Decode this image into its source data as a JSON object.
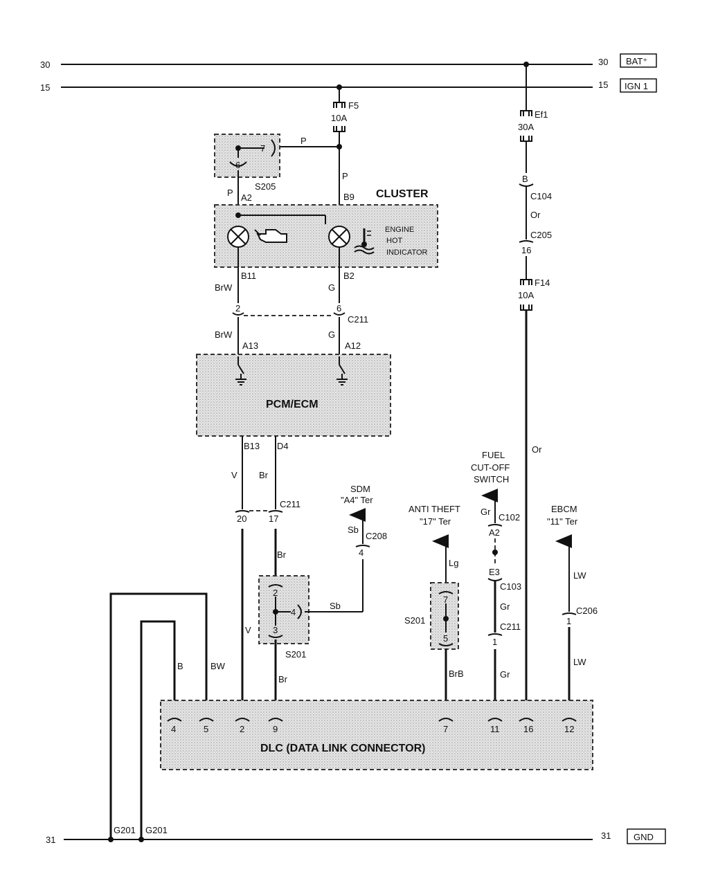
{
  "rails": {
    "bat": {
      "num_left": "30",
      "num_right": "30",
      "tag": "BAT⁺"
    },
    "ign": {
      "num_left": "15",
      "num_right": "15",
      "tag": "IGN 1"
    },
    "gnd": {
      "num_left": "31",
      "num_right": "31",
      "tag": "GND"
    }
  },
  "fuses": {
    "f5": {
      "name": "F5",
      "rating": "10A"
    },
    "ef1": {
      "name": "Ef1",
      "rating": "30A"
    },
    "f14": {
      "name": "F14",
      "rating": "10A"
    }
  },
  "splices": {
    "s205": {
      "name": "S205",
      "pin_a": "7",
      "pin_b": "6"
    },
    "s201_left": {
      "name": "S201",
      "pin_top": "2",
      "pin_side": "4",
      "pin_bottom": "3"
    },
    "s201_right": {
      "name": "S201",
      "pin_top": "7",
      "pin_bottom": "5"
    }
  },
  "cluster": {
    "title": "CLUSTER",
    "pin_a2": "A2",
    "pin_b9": "B9",
    "pin_b11": "B11",
    "pin_b2": "B2",
    "engine_hot_1": "ENGINE",
    "engine_hot_2": "HOT",
    "engine_hot_3": "INDICATOR"
  },
  "pcm": {
    "title": "PCM/ECM",
    "pin_a13": "A13",
    "pin_a12": "A12",
    "pin_b13": "B13",
    "pin_d4": "D4"
  },
  "dlc": {
    "title": "DLC (DATA LINK CONNECTOR)",
    "pins": [
      "4",
      "5",
      "2",
      "9",
      "7",
      "11",
      "16",
      "12"
    ]
  },
  "connectors": {
    "c211_top": {
      "name": "C211",
      "pin_left": "2",
      "pin_right": "6"
    },
    "c211_mid": {
      "name": "C211",
      "pin_left": "20",
      "pin_right": "17"
    },
    "c211_fuel": {
      "name": "C211",
      "pin": "1"
    },
    "c104": {
      "name": "C104",
      "pin": "B"
    },
    "c205": {
      "name": "C205",
      "pin": "16"
    },
    "c208": {
      "name": "C208",
      "pin": "4"
    },
    "c102": {
      "name": "C102",
      "pin": "A2"
    },
    "c103": {
      "name": "C103",
      "pin": "E3"
    },
    "c206": {
      "name": "C206",
      "pin": "1"
    }
  },
  "wires": {
    "p1": "P",
    "p2": "P",
    "p3": "P",
    "brw1": "BrW",
    "brw2": "BrW",
    "g1": "G",
    "g2": "G",
    "or1": "Or",
    "or2": "Or",
    "v1": "V",
    "v2": "V",
    "br1": "Br",
    "br2": "Br",
    "br3": "Br",
    "sb1": "Sb",
    "sb2": "Sb",
    "lg": "Lg",
    "brb": "BrB",
    "gr1": "Gr",
    "gr2": "Gr",
    "gr3": "Gr",
    "lw1": "LW",
    "lw2": "LW",
    "b": "B",
    "bw": "BW"
  },
  "destinations": {
    "sdm_1": "SDM",
    "sdm_2": "\"A4\" Ter",
    "anti_1": "ANTI THEFT",
    "anti_2": "\"17\" Ter",
    "fuel_1": "FUEL",
    "fuel_2": "CUT-OFF",
    "fuel_3": "SWITCH",
    "ebcm_1": "EBCM",
    "ebcm_2": "\"11\" Ter"
  },
  "grounds": {
    "g1": "G201",
    "g2": "G201"
  }
}
